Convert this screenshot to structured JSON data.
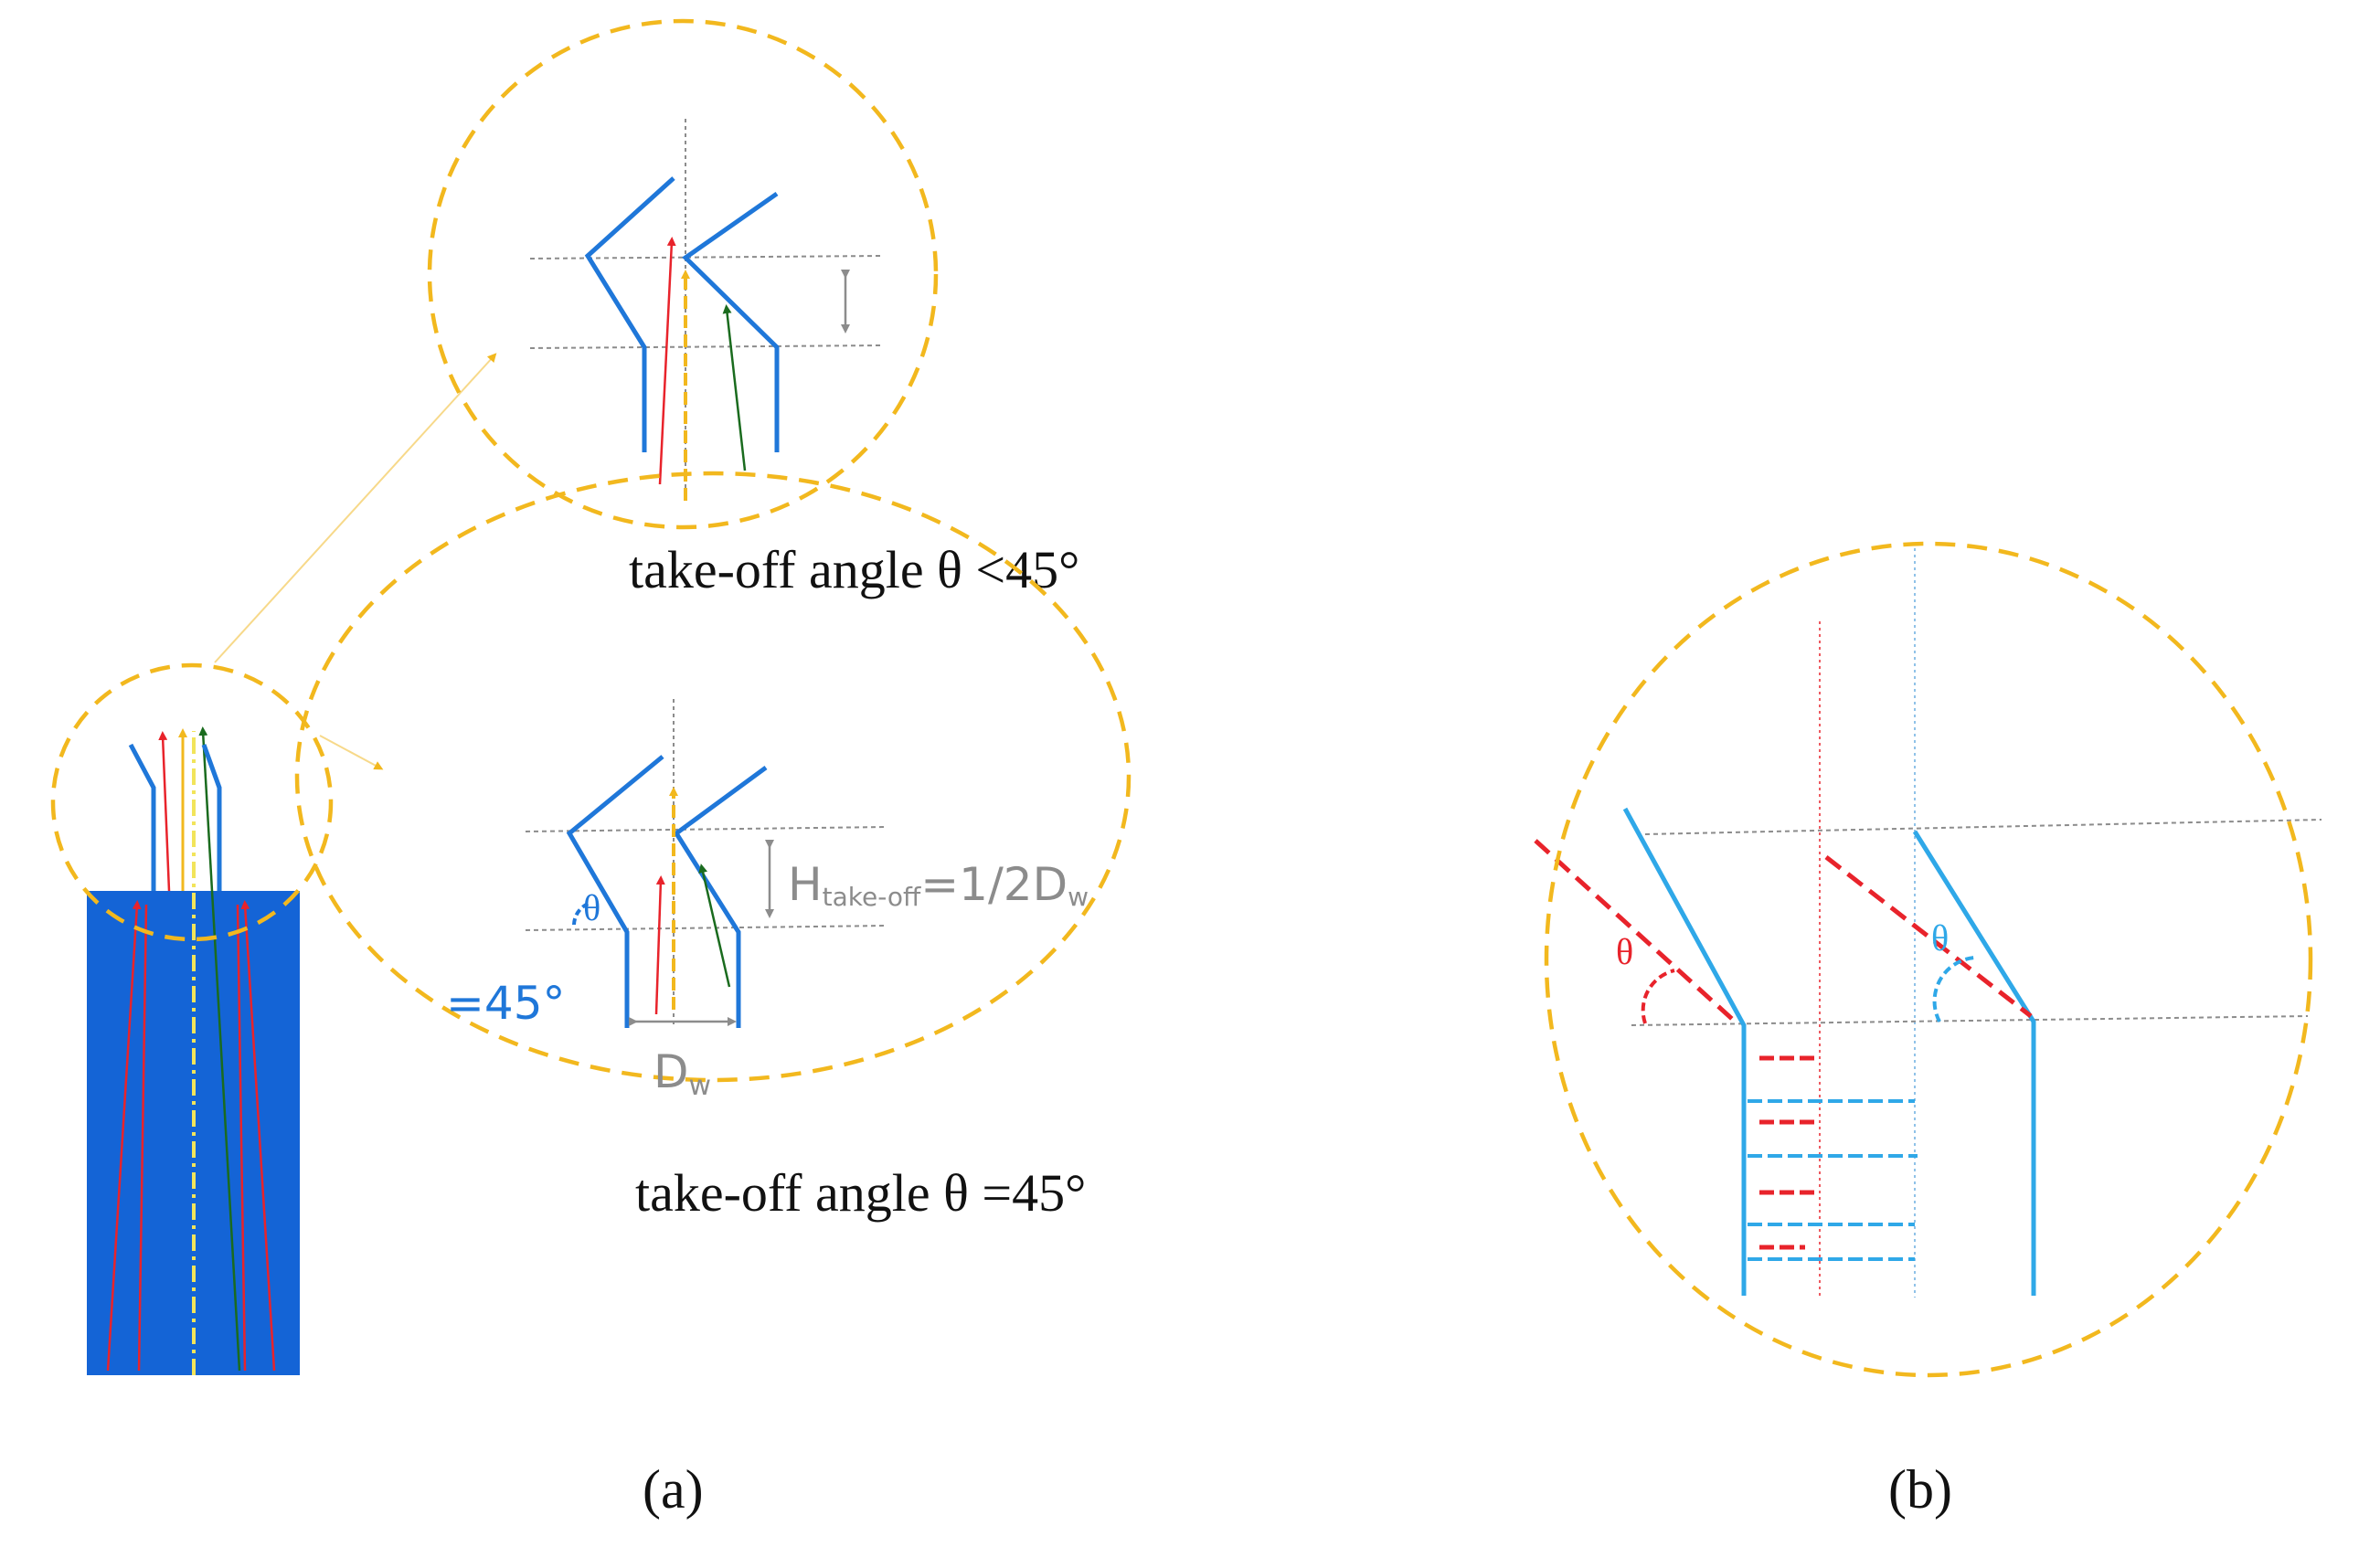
{
  "colors": {
    "gold": "#F2B81E",
    "blue_wall": "#1F77D9",
    "block_fill": "#1464D6",
    "red": "#E8232B",
    "green": "#1A6B1E",
    "gray": "#8C8C8C",
    "cyan": "#2FA8E8",
    "light_blue": "#6BAEE0",
    "caption": "#111111"
  },
  "panel_a": {
    "caption_top": "take-off angle θ <45°",
    "caption_bottom": "take-off angle θ =45°",
    "angle_symbol": "θ",
    "angle_value": "=45°",
    "height_label_main": "H",
    "height_label_sub": "take-off",
    "height_label_tail": "=1/2D",
    "height_label_tail_sub": "w",
    "width_label_main": "D",
    "width_label_sub": "w",
    "panel_label": "(a)"
  },
  "panel_b": {
    "theta_red": "θ",
    "theta_blue": "θ",
    "panel_label": "(b)"
  }
}
